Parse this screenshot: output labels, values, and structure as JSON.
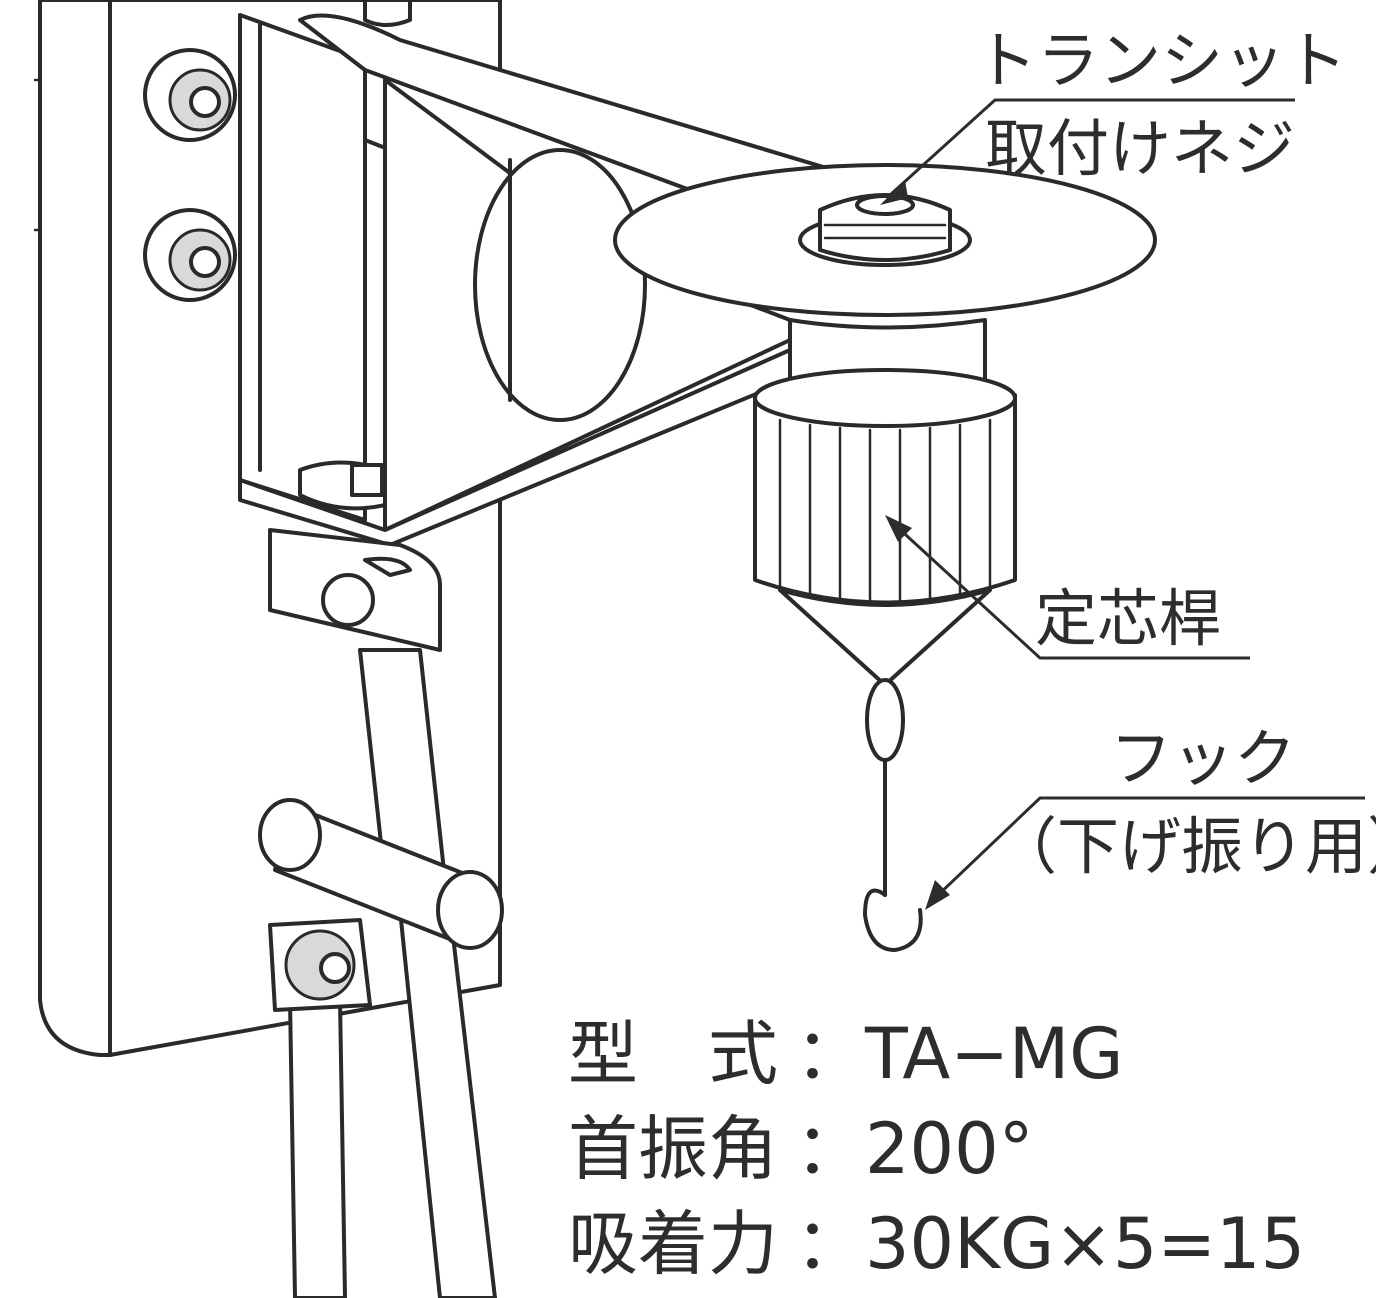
{
  "labels": {
    "transit_mount_line1": "トランシット",
    "transit_mount_line2": "取付けネジ",
    "centering_rod": "定芯桿",
    "hook_line1": "フック",
    "hook_line2": "（下げ振り用）"
  },
  "specs": {
    "model_label": "型　式",
    "model_value": "：TA−MG",
    "swing_label": "首振角",
    "swing_value": "：200°",
    "force_label": "吸着力",
    "force_value": "：30KG×5=15"
  },
  "colors": {
    "line": "#2a2a2a",
    "text": "#2d2d2d",
    "background": "#ffffff"
  }
}
